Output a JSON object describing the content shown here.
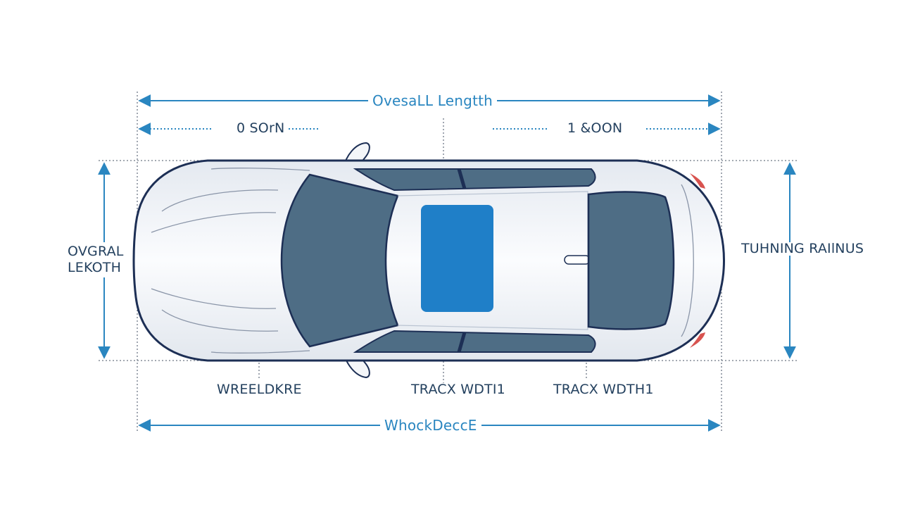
{
  "labels": {
    "overall_length_top": "OvesaLL Lengtth",
    "front_segment": "0 SOrN",
    "rear_segment": "1 &OON",
    "overall_width_left": "OVGRAL\nLEKOTH",
    "turning_radius_right": "TUHNING RAIlNUS",
    "wheelbase_front": "WREELDKRE",
    "track_width_mid": "TRACX WDTI1",
    "track_width_rear": "TRACX WDTH1",
    "wheelbase_bottom": "WhockDeccE"
  },
  "colors": {
    "accent_blue": "#2a86c0",
    "label_navy": "#24415f",
    "car_outline": "#1d2f55",
    "glass": "#4e6d85",
    "sunroof": "#1f7fc8",
    "body_fill": "#f1f4f8"
  }
}
